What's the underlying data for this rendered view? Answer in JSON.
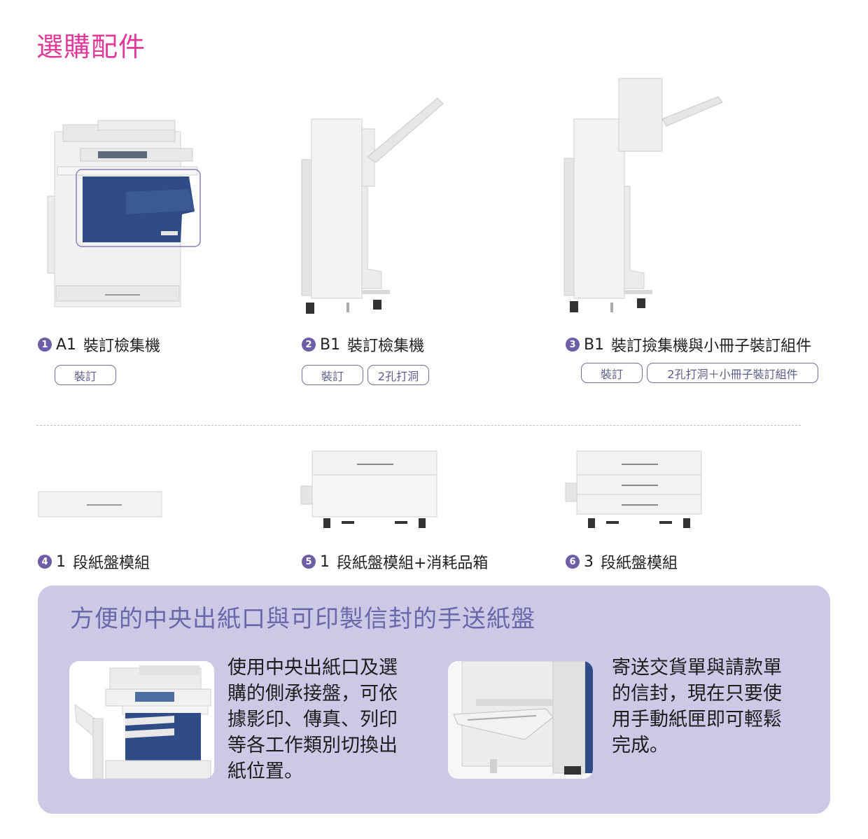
{
  "page_title": "選購配件",
  "top_products": [
    {
      "num": "1",
      "code": "A1",
      "name": "裝訂檢集機",
      "tags": [
        "裝訂"
      ]
    },
    {
      "num": "2",
      "code": "B1",
      "name": "裝訂檢集機",
      "tags": [
        "裝訂",
        "2孔打洞"
      ]
    },
    {
      "num": "3",
      "code": "B1",
      "name": "裝訂撿集機與小冊子裝訂組件",
      "tags": [
        "裝訂",
        "2孔打洞＋小冊子裝訂組件"
      ]
    }
  ],
  "bottom_products": [
    {
      "num": "4",
      "code": "1",
      "name": "段紙盤模組"
    },
    {
      "num": "5",
      "code": "1",
      "name": "段紙盤模組+消耗品箱"
    },
    {
      "num": "6",
      "code": "3",
      "name": "段紙盤模組"
    }
  ],
  "panel": {
    "title": "方便的中央出紙口與可印製信封的手送紙盤",
    "left_text": [
      "使用中央出紙口及選",
      "購的側承接盤，可依",
      "據影印、傳真、列印",
      "等各工作類別切換出",
      "紙位置。"
    ],
    "right_text": [
      "寄送交貨單與請款單",
      "的信封，現在只要使",
      "用手動紙匣即可輕鬆",
      "完成。"
    ]
  },
  "colors": {
    "title_pink": "#e0399a",
    "badge_purple": "#6e5ea8",
    "panel_bg": "#cbc9e6",
    "panel_title": "#6b67a8",
    "printer_blue": "#2f4c86"
  }
}
